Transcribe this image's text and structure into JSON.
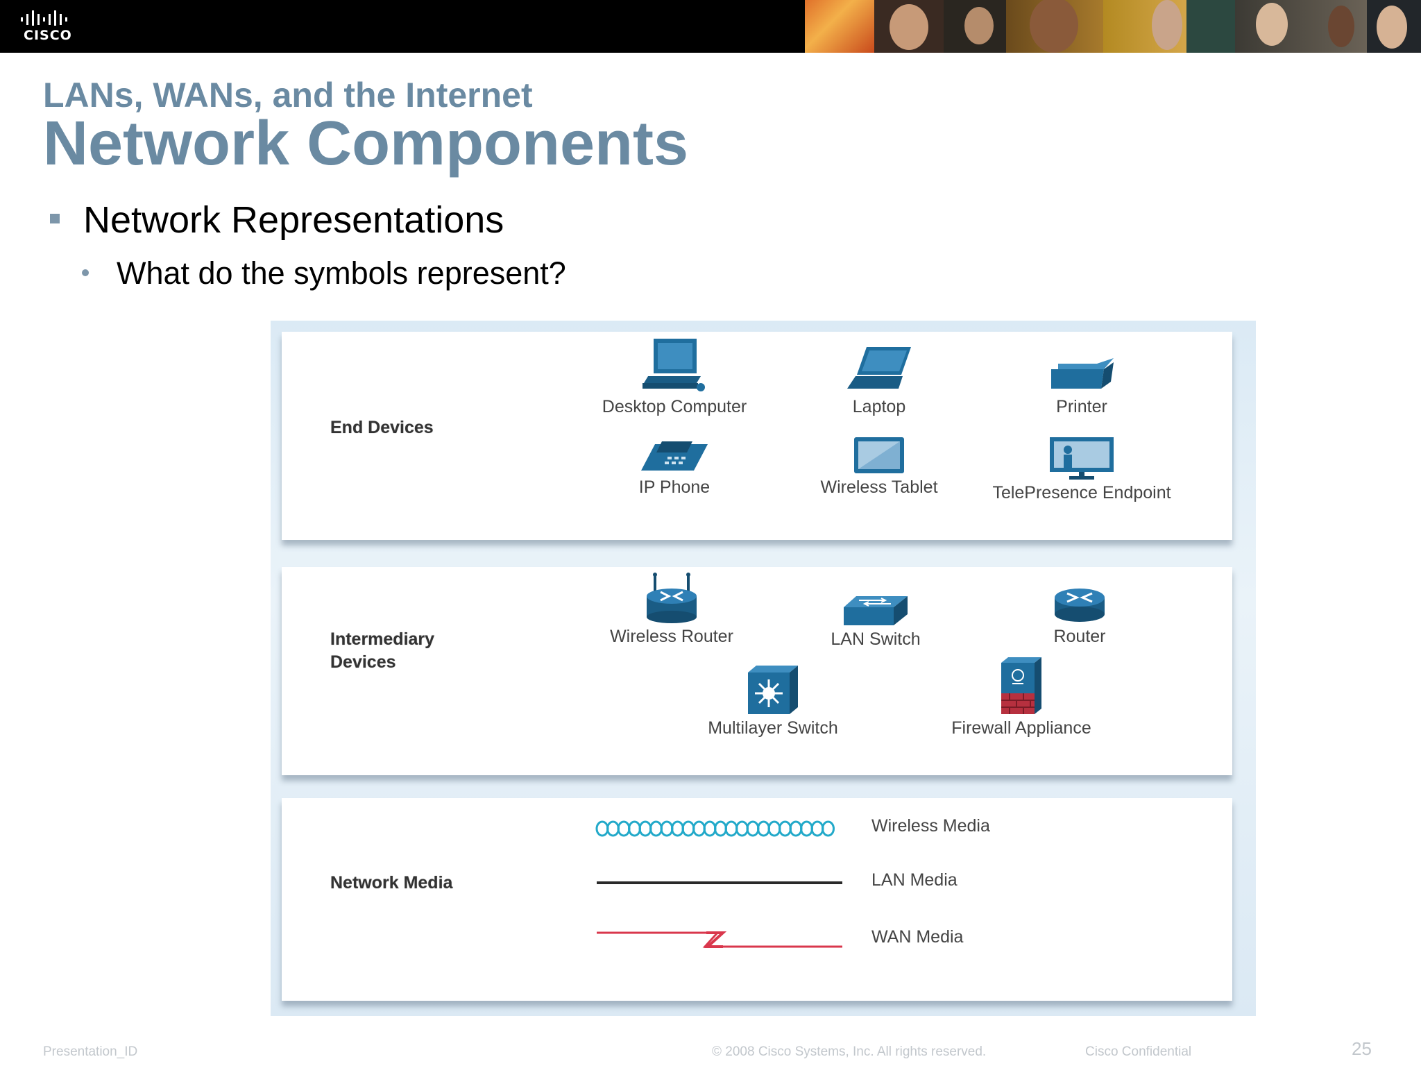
{
  "header": {
    "logo": {
      "word": "CISCO",
      "icon": "cisco-bridge-logo"
    }
  },
  "slide": {
    "subtitle": "LANs, WANs, and the Internet",
    "title": "Network Components",
    "bullet_level1": "Network Representations",
    "bullet_level2": "What do the symbols represent?"
  },
  "diagram": {
    "groups": [
      {
        "label": "End Devices",
        "items": [
          {
            "label": "Desktop Computer",
            "icon": "desktop-computer-icon"
          },
          {
            "label": "Laptop",
            "icon": "laptop-icon"
          },
          {
            "label": "Printer",
            "icon": "printer-icon"
          },
          {
            "label": "IP Phone",
            "icon": "ip-phone-icon"
          },
          {
            "label": "Wireless Tablet",
            "icon": "wireless-tablet-icon"
          },
          {
            "label": "TelePresence Endpoint",
            "icon": "telepresence-endpoint-icon"
          }
        ]
      },
      {
        "label": "Intermediary Devices",
        "items": [
          {
            "label": "Wireless Router",
            "icon": "wireless-router-icon"
          },
          {
            "label": "LAN Switch",
            "icon": "lan-switch-icon"
          },
          {
            "label": "Router",
            "icon": "router-icon"
          },
          {
            "label": "Multilayer Switch",
            "icon": "multilayer-switch-icon"
          },
          {
            "label": "Firewall Appliance",
            "icon": "firewall-appliance-icon"
          }
        ]
      },
      {
        "label": "Network Media",
        "items": [
          {
            "label": "Wireless Media",
            "icon": "wireless-media-line"
          },
          {
            "label": "LAN Media",
            "icon": "lan-media-line"
          },
          {
            "label": "WAN Media",
            "icon": "wan-media-line"
          }
        ]
      }
    ]
  },
  "footer": {
    "presentation_id": "Presentation_ID",
    "copyright": "© 2008 Cisco Systems, Inc. All rights reserved.",
    "confidential": "Cisco Confidential",
    "page_number": "25"
  },
  "colors": {
    "title": "#6a8aa2",
    "bullet": "#7d96aa",
    "icon_blue": "#1f6e9e",
    "wireless_media": "#22a9c9",
    "wan_media": "#d9374c",
    "footer_text": "#c2c7cc"
  }
}
